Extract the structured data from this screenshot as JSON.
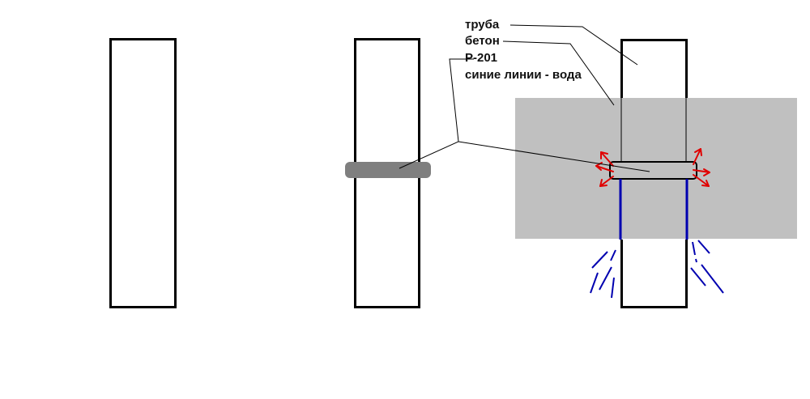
{
  "labels": {
    "pipe": "труба",
    "concrete": "бетон",
    "seal": "Р-201",
    "water_legend": "синие линии - вода"
  },
  "colors": {
    "outline": "#000000",
    "concrete": "#c0c0c0",
    "seal_band": "#7f7f7f",
    "water": "#0000b0",
    "pressure_arrows": "#e00000"
  },
  "panels": [
    {
      "id": "pipe-only",
      "description": "pipe"
    },
    {
      "id": "pipe-with-seal",
      "description": "pipe with Р-201 band"
    },
    {
      "id": "pipe-in-concrete",
      "description": "pipe with band embedded in concrete, water leaking"
    }
  ]
}
